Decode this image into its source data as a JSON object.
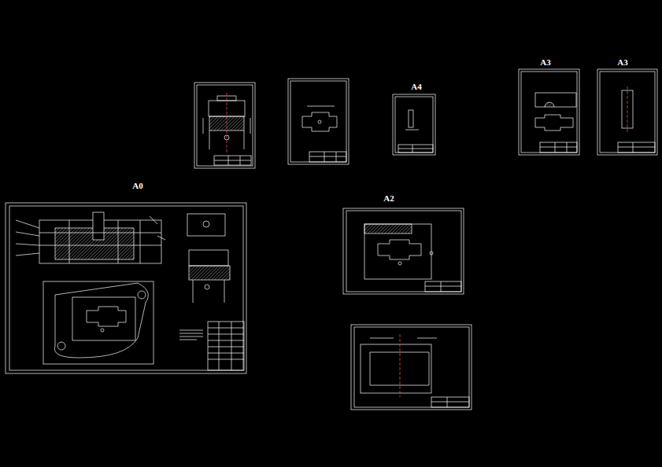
{
  "diagram": {
    "labels": [
      "A0",
      "A4",
      "A3",
      "A3",
      "A2"
    ]
  }
}
